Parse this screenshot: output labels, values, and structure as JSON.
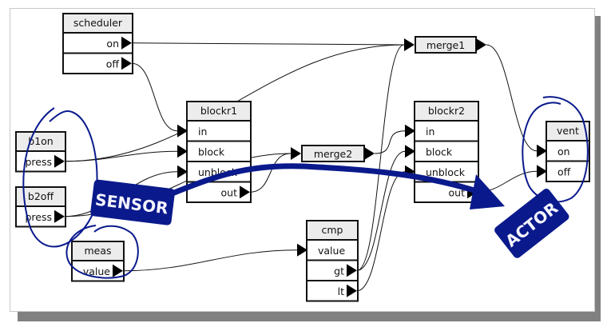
{
  "diagram": {
    "colors": {
      "node_header": "#ececec",
      "node_body": "#ffffff",
      "node_border": "#111111",
      "edge": "#111111",
      "annotation": "#0a1a8c",
      "shadow": "#808080"
    },
    "nodes": [
      {
        "id": "scheduler",
        "title": "scheduler",
        "ports": [
          {
            "name": "on",
            "dir": "out"
          },
          {
            "name": "off",
            "dir": "out"
          }
        ]
      },
      {
        "id": "b1on",
        "title": "b1on",
        "ports": [
          {
            "name": "press",
            "dir": "out"
          }
        ]
      },
      {
        "id": "b2off",
        "title": "b2off",
        "ports": [
          {
            "name": "press",
            "dir": "out"
          }
        ]
      },
      {
        "id": "meas",
        "title": "meas",
        "ports": [
          {
            "name": "value",
            "dir": "out"
          }
        ]
      },
      {
        "id": "blockr1",
        "title": "blockr1",
        "ports": [
          {
            "name": "in",
            "dir": "in"
          },
          {
            "name": "block",
            "dir": "in"
          },
          {
            "name": "unblock",
            "dir": "in"
          },
          {
            "name": "out",
            "dir": "out"
          }
        ]
      },
      {
        "id": "merge2",
        "title": "merge2",
        "ports": []
      },
      {
        "id": "merge1",
        "title": "merge1",
        "ports": []
      },
      {
        "id": "blockr2",
        "title": "blockr2",
        "ports": [
          {
            "name": "in",
            "dir": "in"
          },
          {
            "name": "block",
            "dir": "in"
          },
          {
            "name": "unblock",
            "dir": "in"
          },
          {
            "name": "out",
            "dir": "out"
          }
        ]
      },
      {
        "id": "cmp",
        "title": "cmp",
        "ports": [
          {
            "name": "value",
            "dir": "in"
          },
          {
            "name": "gt",
            "dir": "out"
          },
          {
            "name": "lt",
            "dir": "out"
          }
        ]
      },
      {
        "id": "vent",
        "title": "vent",
        "ports": [
          {
            "name": "on",
            "dir": "in"
          },
          {
            "name": "off",
            "dir": "in"
          }
        ]
      }
    ],
    "edges": [
      {
        "from": "scheduler.on",
        "to": "merge1.in"
      },
      {
        "from": "scheduler.off",
        "to": "blockr1.in"
      },
      {
        "from": "b1on.press",
        "to": "merge1.in"
      },
      {
        "from": "b1on.press",
        "to": "blockr1.block"
      },
      {
        "from": "b2off.press",
        "to": "blockr1.unblock"
      },
      {
        "from": "b2off.press",
        "to": "merge2.in"
      },
      {
        "from": "blockr1.out",
        "to": "merge2.in"
      },
      {
        "from": "merge2.out",
        "to": "blockr2.in"
      },
      {
        "from": "meas.value",
        "to": "cmp.value"
      },
      {
        "from": "cmp.gt",
        "to": "merge1.in"
      },
      {
        "from": "cmp.gt",
        "to": "blockr2.block"
      },
      {
        "from": "cmp.lt",
        "to": "blockr2.unblock"
      },
      {
        "from": "merge1.out",
        "to": "vent.on"
      },
      {
        "from": "blockr2.out",
        "to": "vent.off"
      }
    ],
    "annotations": {
      "sensor_label": "SENSOR",
      "actor_label": "ACTOR"
    }
  }
}
